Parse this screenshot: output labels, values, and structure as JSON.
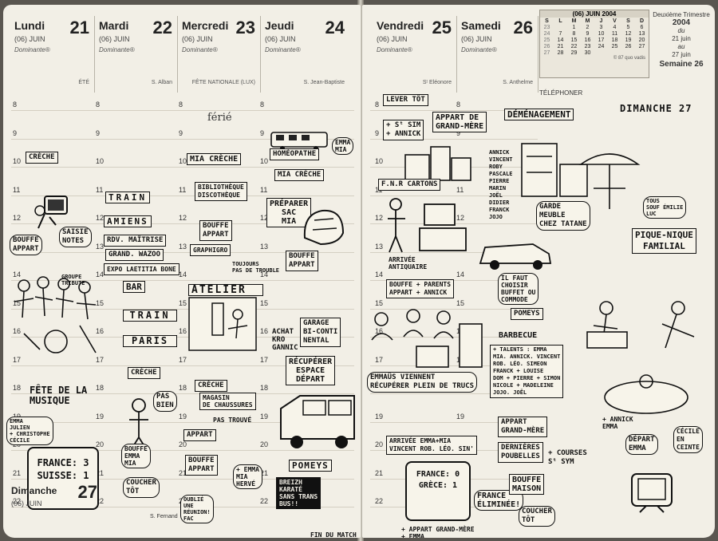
{
  "days": [
    {
      "name": "Lundi",
      "num": "21",
      "month": "(06) JUIN",
      "dominante": "Dominante®",
      "saint": "ÉTÉ"
    },
    {
      "name": "Mardi",
      "num": "22",
      "month": "(06) JUIN",
      "dominante": "Dominante®",
      "saint": "S. Alban"
    },
    {
      "name": "Mercredi",
      "num": "23",
      "month": "(06) JUIN",
      "dominante": "Dominante®",
      "saint": "FÊTE NATIONALE (LUX)"
    },
    {
      "name": "Jeudi",
      "num": "24",
      "month": "(06) JUIN",
      "dominante": "Dominante®",
      "saint": "S. Jean-Baptiste"
    },
    {
      "name": "Vendredi",
      "num": "25",
      "month": "(06) JUIN",
      "dominante": "Dominante®",
      "saint": "Sᵗ Eléonore"
    },
    {
      "name": "Samedi",
      "num": "26",
      "month": "(06) JUIN",
      "dominante": "Dominante®",
      "saint": "S. Anthelme"
    }
  ],
  "sunday": {
    "name": "Dimanche",
    "num": "27",
    "month": "(06) JUIN",
    "saint": "S. Fernand"
  },
  "mini_cal": {
    "title": "(06) JUIN 2004",
    "headers": [
      "S",
      "L",
      "M",
      "M",
      "J",
      "V",
      "S",
      "D"
    ],
    "rows": [
      [
        "23",
        "",
        "1",
        "2",
        "3",
        "4",
        "5",
        "6"
      ],
      [
        "24",
        "7",
        "8",
        "9",
        "10",
        "11",
        "12",
        "13"
      ],
      [
        "25",
        "14",
        "15",
        "16",
        "17",
        "18",
        "19",
        "20"
      ],
      [
        "26",
        "21",
        "22",
        "23",
        "24",
        "25",
        "26",
        "27"
      ],
      [
        "27",
        "28",
        "29",
        "30",
        "",
        "",
        "",
        ""
      ]
    ],
    "footer": "© 87 quo vadis"
  },
  "quarter": {
    "label": "Deuxième Trimestre",
    "year": "2004",
    "du": "du",
    "from": "21 juin",
    "au": "au",
    "to": "27 juin",
    "week": "Semaine 26"
  },
  "telephone": "TÉLÉPHONER",
  "ferie": "férié",
  "hours": [
    "8",
    "9",
    "10",
    "11",
    "12",
    "13",
    "14",
    "15",
    "16",
    "17",
    "18",
    "19",
    "20",
    "21",
    "22"
  ],
  "notes": {
    "creche1": "CRÈCHE",
    "bouffe_appart1": "BOUFFE\nAPPART",
    "saisie": "SAISIE\nNOTES",
    "groupe": "GROUPE\nTRIBUTE",
    "fete_musique": "FÊTE DE LA\nMUSIQUE",
    "emma": "EMMA\nJULIEN\n+ CHRISTOPHE\nCÉCILE",
    "france3": "FRANCE: 3\nSUISSE: 1",
    "train1": "TRAIN",
    "amiens": "AMIENS",
    "rdv": "RDV. MAÎTRISE",
    "grand": "GRAND. WAZOO",
    "expo": "EXPO LAETITIA BONE",
    "bar": "BAR",
    "train2": "TRAIN",
    "paris": "PARIS",
    "creche2": "CRÈCHE",
    "pas_bien": "PAS\nBIEN",
    "bouffe_mia": "BOUFFE\nEMMA\nMIA",
    "coucher1": "COUCHER\nTÔT",
    "mia_creche1": "MIA CRÈCHE",
    "biblio": "BIBLIOTHÈQUE\nDISCOTHÈQUE",
    "bouffe_appart2": "BOUFFE\nAPPART",
    "graphigro": "GRAPHIGRO",
    "toujours": "TOUJOURS\nPAS DE TROUBLE",
    "atelier": "ATELIER",
    "creche3": "CRÈCHE",
    "magasin": "MAGASIN\nDE CHAUSSURES",
    "pas_trouve": "PAS TROUVÉ",
    "appart3": "APPART",
    "bouffe3": "BOUFFE\nAPPART",
    "emma_mia": "+ EMMA\nMIA\nHERVÉ",
    "oublie": "OUBLIÉ\nUNE\nRÉUNION!\nFAC",
    "homeo": "HOMÉOPATHE",
    "emma_mia2": "EMMA\nMIA",
    "mia_creche2": "MIA CRÈCHE",
    "preparer": "PRÉPARER\nSAC\nMIA",
    "bouffe_appart4": "BOUFFE\nAPPART",
    "achat": "ACHAT\nKRO\nGANNIC",
    "garage": "GARAGE\nBI-CONTI\nNENTAL",
    "recuperer": "RÉCUPÉRER\nESPACE\nDÉPART",
    "pomeys1": "POMEYS",
    "breizh": "BREIZH\nKARATÉ\nSANS TRANS\nBUS!!",
    "fin": "FIN DU MATCH",
    "lever": "LEVER TÔT",
    "sts": "+ Sᵗ SIM\n+ ANNICK",
    "appart_gm": "APPART DE\nGRAND-MÈRE",
    "fnr": "F.N.R CARTONS",
    "arrivee": "ARRIVÉE\nANTIQUAIRE",
    "bouffe5": "BOUFFE + PARENTS\nAPPART + ANNICK",
    "emmaus": "EMMAÜS VIENNENT\nRÉCUPÉRER PLEIN DE TRUCS",
    "arrivee2": "ARRIVÉE EMMA+MIA\nVINCENT ROB. LÉO. SIN'",
    "france_grece": "FRANCE: 0\nGRÈCE: 1",
    "france_elim": "FRANCE\nÉLIMINÉE!",
    "appart_gm2": "+ APPART GRAND-MÈRE\n+ EMMA",
    "demenagement": "DÉMÉNAGEMENT",
    "annick_list": "ANNICK\nVINCENT\nROBY\nPASCALE\nPIERRE\nMARIN\nJOËL\nDIDIER\nFRANCK\nJOJO",
    "garde": "GARDE\nMEUBLE\nCHEZ TATANE",
    "faut": "IL FAUT\nCHOISIR\nBUFFET OU\nCOMMODE",
    "pomeys2": "POMEYS",
    "barbecue": "BARBECUE",
    "talents": "+ TALENTS : EMMA\nMIA. ANNICK. VINCENT\nROB. LÉO. SIMEON\nFRANCK + LOUISE\nDOM + PIERRE + SIMON\nNICOLE + MADELEINE\nJOJO. JOËL",
    "appart_gm3": "APPART\nGRAND-MÈRE",
    "dernieres": "DERNIÈRES\nPOUBELLES",
    "courses": "+ COURSES\nSᵗ SYM",
    "bouffe6": "BOUFFE\nMAISON",
    "coucher2": "COUCHER\nTÔT",
    "dimanche": "DIMANCHE 27",
    "tous": "TOUS\nSOUF ÉMILIE\nLUC",
    "pique": "PIQUE-NIQUE\nFAMILIAL",
    "annick2": "+ ANNICK\nEMMA",
    "depart": "DÉPART\nEMMA",
    "cecile": "CÉCILE\nEN\nCEINTE"
  }
}
